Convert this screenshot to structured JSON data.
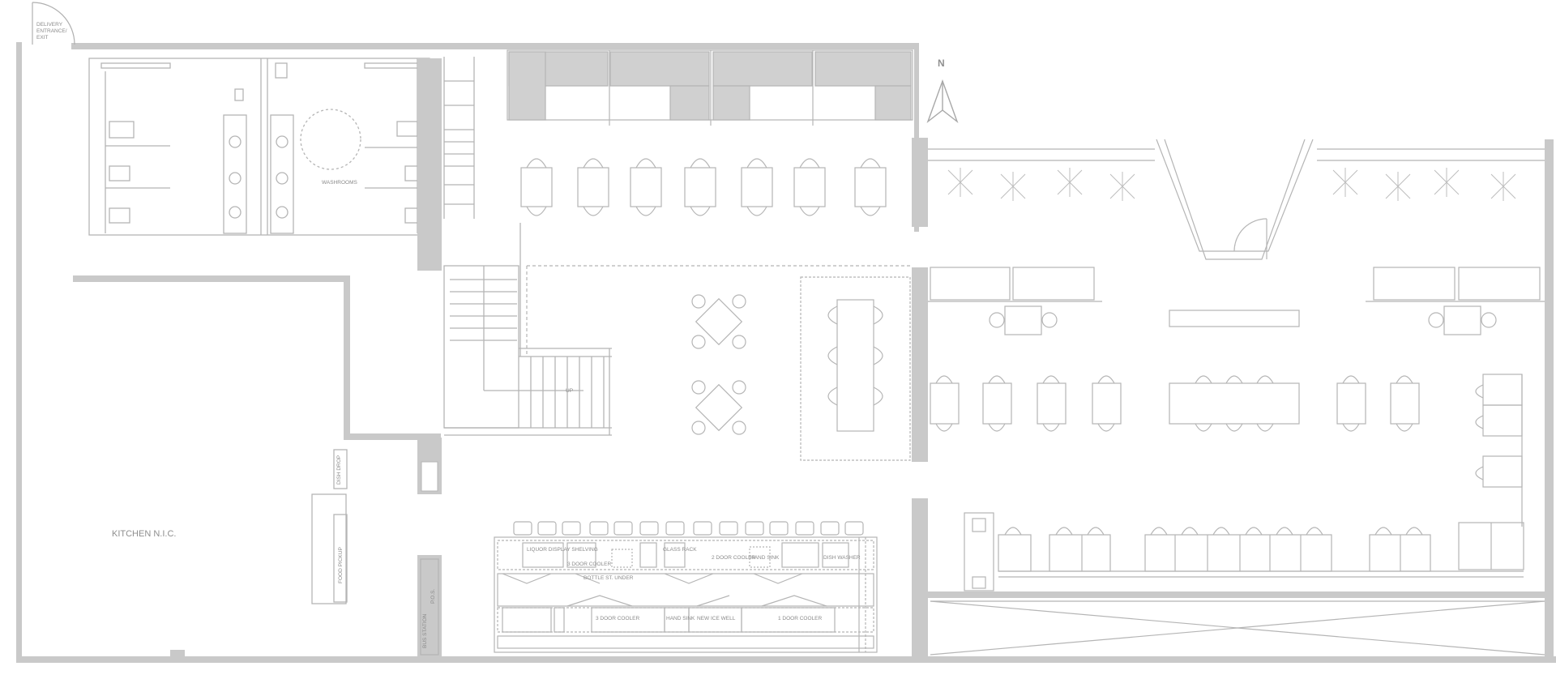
{
  "labels": {
    "delivery_line1": "DELIVERY",
    "delivery_line2": "ENTRANCE/",
    "delivery_line3": "EXIT",
    "washrooms": "WASHROOMS",
    "kitchen": "KITCHEN N.I.C.",
    "dish_drop": "DISH DROP",
    "food_pickup": "FOOD PICKUP",
    "bus_station": "BUS STATION",
    "pos": "P.O.S.",
    "stair_up": "UP",
    "north": "N"
  },
  "bar_labels": {
    "liquor_display": "LIQUOR DISPLAY SHELVING",
    "three_door_cooler_top": "3 DOOR COOLER",
    "glass_rack": "GLASS RACK",
    "two_door_cooler": "2 DOOR COOLER",
    "hand_sink_top": "HAND SINK",
    "dish_washer": "DISH WASHER",
    "bottle_storage": "BOTTLE ST. UNDER",
    "three_door_cooler_bottom": "3 DOOR COOLER",
    "hand_sink_bottom": "HAND SINK",
    "new_ice_well": "NEW ICE WELL",
    "one_door_cooler": "1 DOOR COOLER"
  },
  "colors": {
    "wall": "#c9c9c9",
    "line": "#b3b3b3",
    "fill_banquette": "#d0d0d0",
    "text": "#8a8a8a"
  }
}
